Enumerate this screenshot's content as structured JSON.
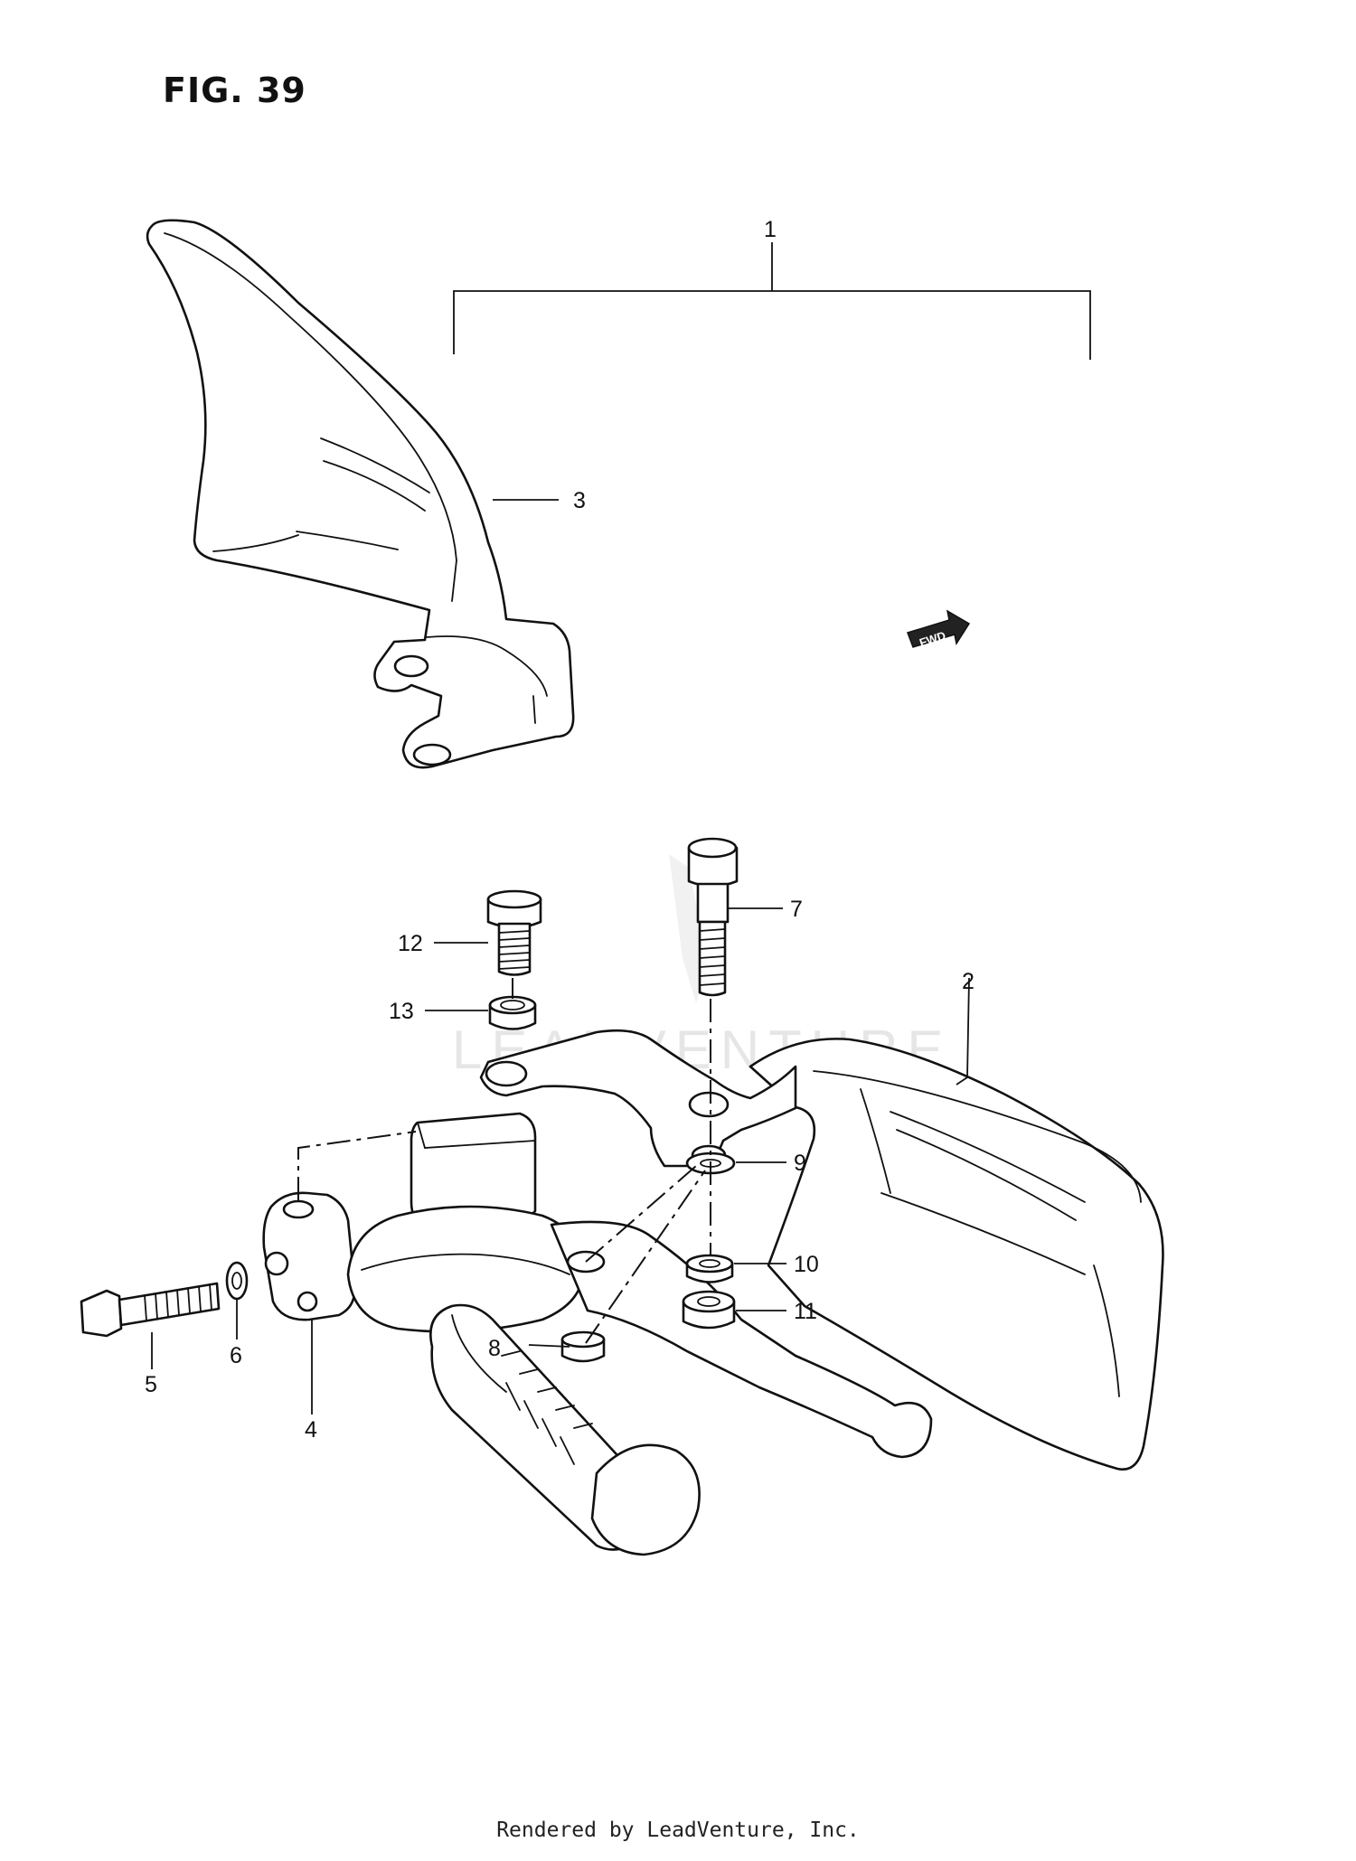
{
  "figure": {
    "title": "FIG. 39"
  },
  "callouts": {
    "c1": "1",
    "c2": "2",
    "c3": "3",
    "c4": "4",
    "c5": "5",
    "c6": "6",
    "c7": "7",
    "c8": "8",
    "c9": "9",
    "c10": "10",
    "c11": "11",
    "c12": "12",
    "c13": "13"
  },
  "direction_arrow": {
    "label": "FWD"
  },
  "watermark": {
    "text": "LEADVENTURE"
  },
  "footer": {
    "credit": "Rendered by LeadVenture, Inc."
  }
}
